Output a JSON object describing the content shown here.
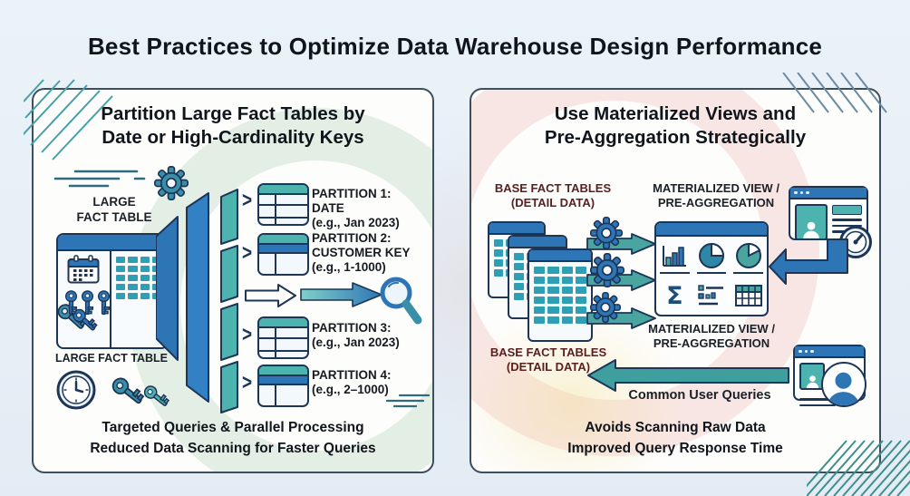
{
  "page": {
    "title": "Best Practices to Optimize Data Warehouse Design Performance"
  },
  "glyphs": {
    "chevron": ">",
    "sigma": "Σ"
  },
  "colors": {
    "background": "#eaf2f8",
    "card_background": "#fdfdfc",
    "card_border": "#3d4f5c",
    "primary_blue": "#2e75b6",
    "teal": "#3f9e9e",
    "cell_teal": "#2f9fb5",
    "outline_navy": "#1d3557",
    "text_dark": "#10151c",
    "maroon_label": "#5a2020"
  },
  "left_panel": {
    "title": "Partition Large Fact Tables by\nDate or High-Cardinality Keys",
    "large_fact_table_label_top": "LARGE\nFACT TABLE",
    "large_fact_table_label_bottom": "LARGE FACT TABLE",
    "partitions": [
      {
        "text": "PARTITION 1: DATE\n(e.g., Jan 2023)"
      },
      {
        "text": "PARTITION 2:\nCUSTOMER KEY\n(e.g., 1-1000)"
      },
      {
        "text": "PARTITION 3:\n(e.g., Jan 2023)"
      },
      {
        "text": "PARTITION 4:\n(e.g., 2–1000)"
      }
    ],
    "benefits": "Targeted Queries & Parallel Processing\nReduced Data Scanning for Faster Queries"
  },
  "right_panel": {
    "title": "Use Materialized Views and\nPre-Aggregation Strategically",
    "base_fact_tables_label_top": "BASE FACT TABLES\n(DETAIL DATA)",
    "base_fact_tables_label_bottom": "BASE FACT TABLES\n(DETAIL DATA)",
    "materialized_view_label_top": "MATERIALIZED VIEW /\nPRE-AGGREGATION",
    "materialized_view_label_bottom": "MATERIALIZED VIEW /\nPRE-AGGREGATION",
    "common_user_queries_label": "Common User Queries",
    "benefits": "Avoids Scanning Raw Data\nImproved Query Response Time"
  }
}
